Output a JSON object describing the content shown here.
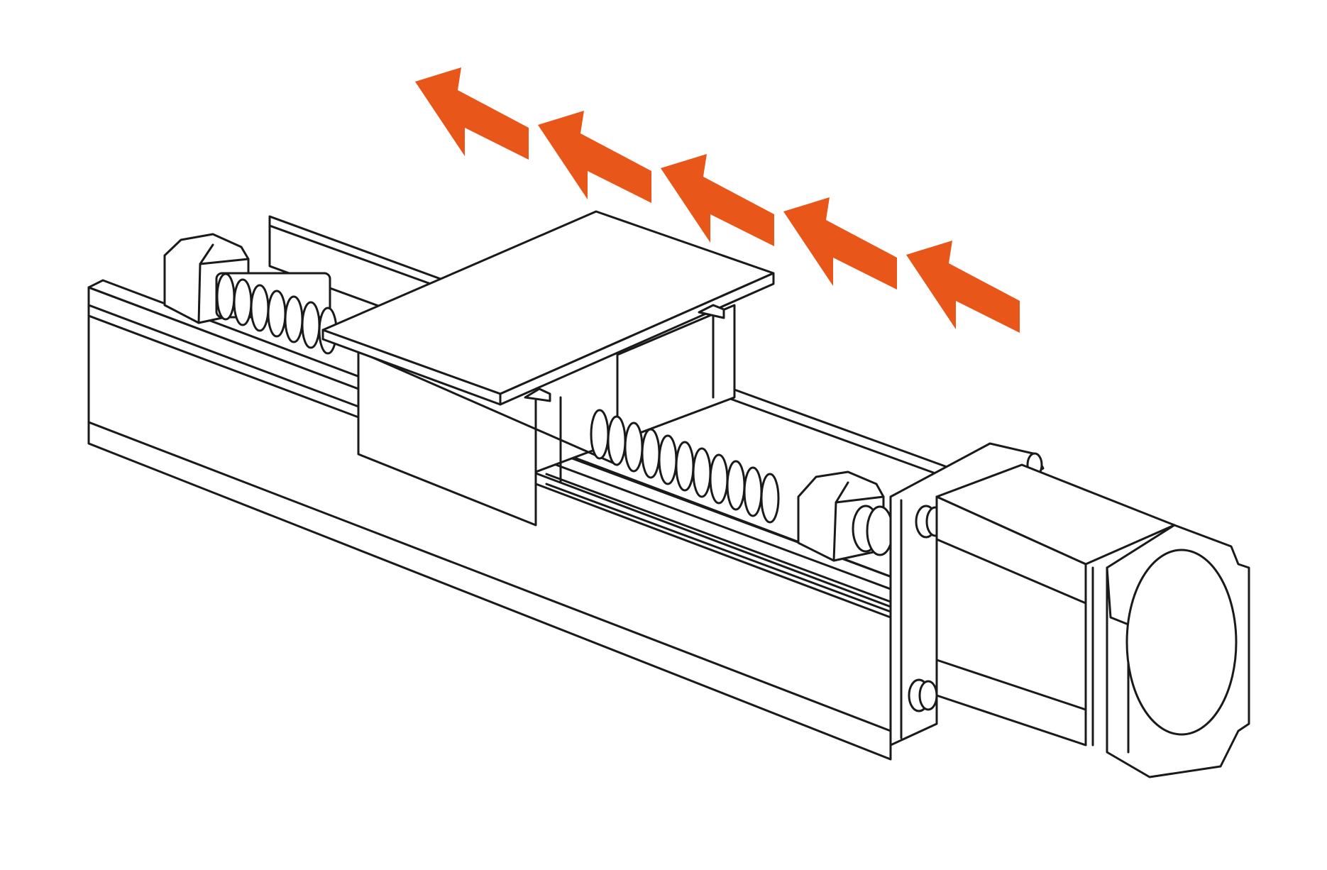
{
  "diagram": {
    "arrow_color": "#e8561a",
    "line_color": "#1a1a1a",
    "background": "#ffffff",
    "arrow_count": 5,
    "motion_direction": "left",
    "components": [
      "base-rail",
      "carriage-plate",
      "ball-screw",
      "end-bearing-block",
      "motor-mount-bearing-block",
      "stepper-motor"
    ]
  }
}
